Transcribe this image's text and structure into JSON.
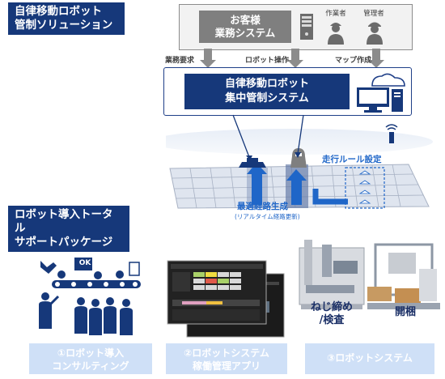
{
  "section1": {
    "line1": "自律移動ロボット",
    "line2": "管制ソリューション"
  },
  "section2": {
    "line1": "ロボット導入トータル",
    "line2": "サポートパッケージ"
  },
  "customer_system": {
    "line1": "お客様",
    "line2": "業務システム"
  },
  "roles": {
    "worker": "作業者",
    "manager": "管理者"
  },
  "flows": {
    "business_request": "業務要求",
    "robot_operation": "ロボット操作",
    "map_creation": "マップ作成"
  },
  "central_system": {
    "line1": "自律移動ロボット",
    "line2": "集中管制システム"
  },
  "route_rule": "走行ルール設定",
  "optimal_route": {
    "main": "最適経路生成",
    "sub": "(リアルタイム経路更新)"
  },
  "app_screen": {
    "ok_badge": "OK"
  },
  "photo_labels": {
    "screw": "ねじ締め",
    "inspect": "/検査",
    "unpack": "開梱"
  },
  "captions": {
    "c1": {
      "line1": "①ロボット導入",
      "line2": "コンサルティング"
    },
    "c2": {
      "line1": "②ロボットシステム",
      "line2": "稼働管理アプリ"
    },
    "c3": {
      "line1": "③ロボットシステム"
    }
  },
  "colors": {
    "navy": "#16387a",
    "route_blue": "#1f66c8",
    "caption_bg": "#cfe0f7",
    "gray": "#7f7f7f"
  }
}
